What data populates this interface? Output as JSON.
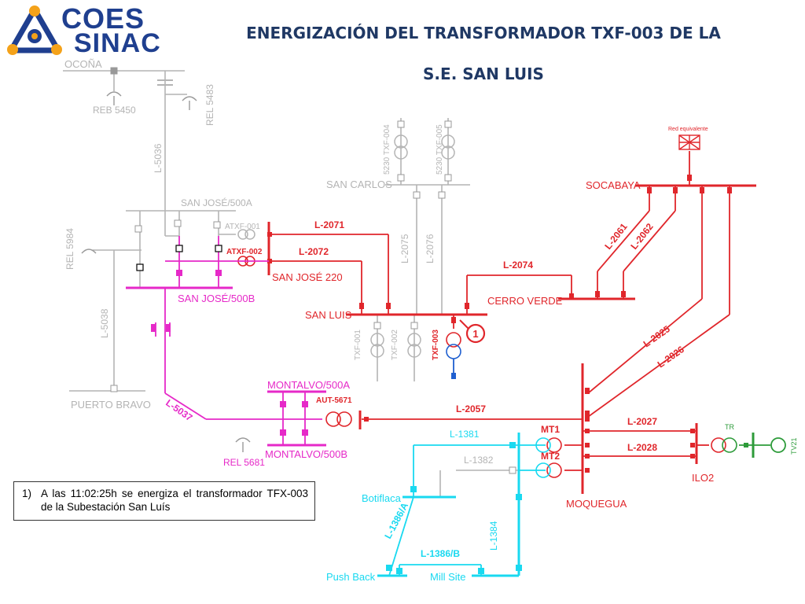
{
  "logo": {
    "word1": "COES",
    "word2": "SINAC"
  },
  "title": {
    "line1": "ENERGIZACIÓN DEL TRANSFORMADOR TXF-003 DE LA",
    "line2": "S.E. SAN LUIS"
  },
  "note": {
    "number": "1)",
    "text": "A las 11:02:25h se energiza el transformador TFX-003 de la Subestación San Luís"
  },
  "marker": {
    "label": "1"
  },
  "labels": {
    "ocona": "OCOÑA",
    "reb5450": "REB 5450",
    "rel5483": "REL 5483",
    "l5036": "L-5036",
    "sanjose500a": "SAN JOSÉ/500A",
    "rel5984": "REL 5984",
    "atxf001": "ATXF-001",
    "atxf002": "ATXF-002",
    "sanjose220": "SAN JOSÉ 220",
    "sanjose500b": "SAN JOSÉ/500B",
    "l5038": "L-5038",
    "puertobravo": "PUERTO BRAVO",
    "l5037": "L-5037",
    "montalvo500a": "MONTALVO/500A",
    "montalvo500b": "MONTALVO/500B",
    "rel5681": "REL 5681",
    "aut5671": "AUT-5671",
    "sancarlos": "SAN CARLOS",
    "txf004": "5230 TXF-004",
    "txf005": "5230 TXF-005",
    "l2071": "L-2071",
    "l2072": "L-2072",
    "l2075": "L-2075",
    "l2076": "L-2076",
    "l2074": "L-2074",
    "sanluis": "SAN LUIS",
    "txf001": "TXF-001",
    "txf002": "TXF-002",
    "txf003": "TXF-003",
    "cerroverde": "CERRO VERDE",
    "redequiv": "Red equivalente",
    "socabaya": "SOCABAYA",
    "l2061": "L-2061",
    "l2062": "L-2062",
    "l2025": "L-2025",
    "l2026": "L-2026",
    "l2057": "L-2057",
    "l2027": "L-2027",
    "l2028": "L-2028",
    "mt1": "MT1",
    "mt2": "MT2",
    "l1381": "L-1381",
    "l1382": "L-1382",
    "botiflaca": "Botiflaca",
    "l1386a": "L-1386/A",
    "l1386b": "L-1386/B",
    "l1384": "L-1384",
    "pushback": "Push Back",
    "millsite": "Mill Site",
    "moquegua": "MOQUEGUA",
    "ilo2": "ILO2",
    "tr": "TR",
    "tv21": "TV21"
  },
  "colors": {
    "grey": "#b4b4b4",
    "red": "#e0262b",
    "magenta": "#e629c8",
    "cyan": "#19d9f0",
    "blue": "#1f5fd0",
    "green": "#2d9b3a",
    "brand": "#1f3f8f",
    "title": "#1f3864",
    "accent": "#f4a21a"
  }
}
